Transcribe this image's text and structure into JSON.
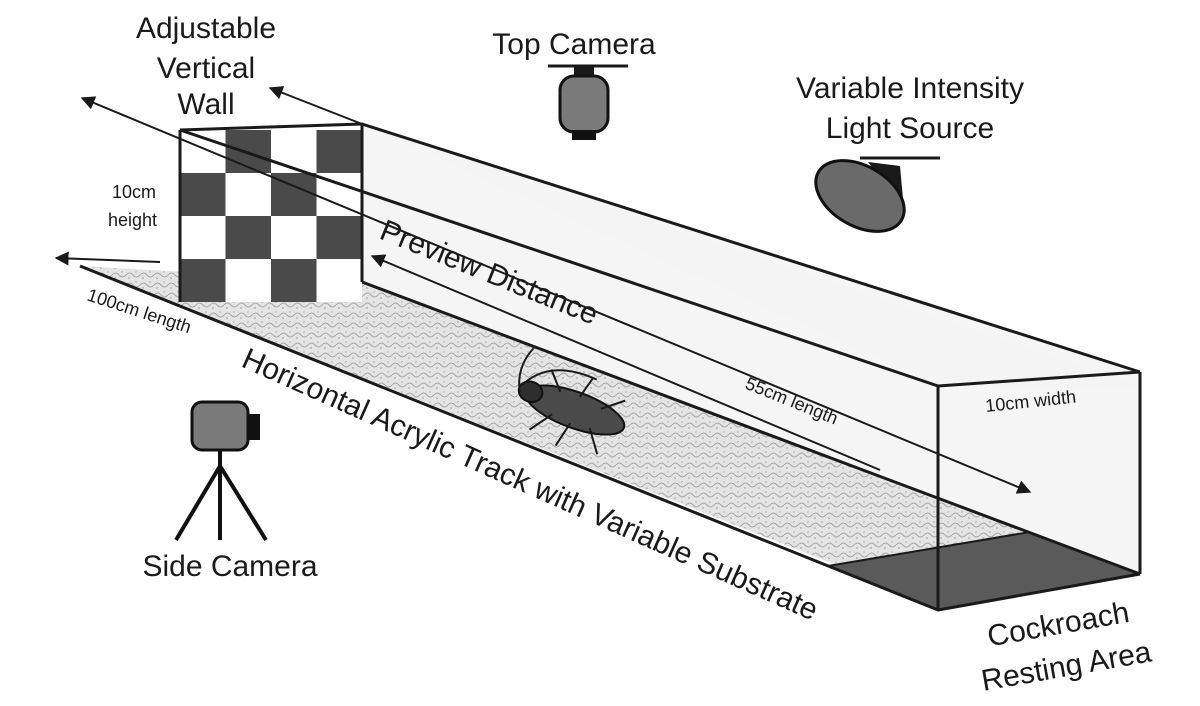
{
  "labels": {
    "wall_title_1": "Adjustable",
    "wall_title_2": "Vertical",
    "wall_title_3": "Wall",
    "wall_height": "10cm",
    "wall_height_2": "height",
    "top_camera": "Top Camera",
    "light_1": "Variable Intensity",
    "light_2": "Light Source",
    "preview_distance": "Preview Distance",
    "track_length": "100cm length",
    "preview_length": "55cm length",
    "width": "10cm width",
    "track": "Horizontal Acrylic Track with Variable Substrate",
    "side_camera": "Side Camera",
    "rest_1": "Cockroach",
    "rest_2": "Resting Area"
  },
  "colors": {
    "line": "#1a1a1a",
    "checker_dark": "#4a4a4a",
    "checker_light": "#ffffff",
    "resting_area": "#5a5a5a",
    "tunnel_face": "#efefef",
    "substrate": "#d9d9d9",
    "camera_body": "#7a7a7a"
  },
  "icons": [
    "top-camera-icon",
    "light-source-icon",
    "side-camera-icon",
    "cockroach-icon",
    "checkerboard-wall"
  ]
}
